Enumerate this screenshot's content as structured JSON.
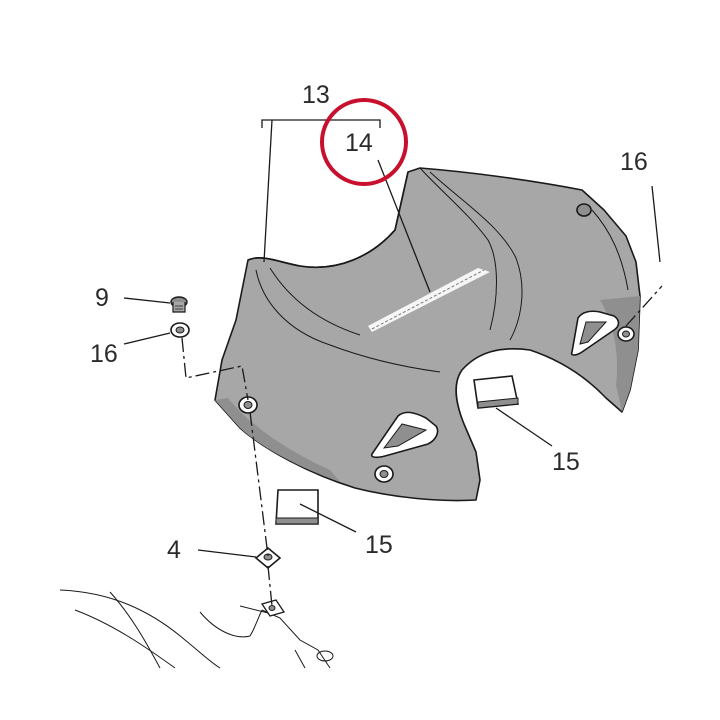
{
  "diagram": {
    "callouts": [
      {
        "id": "c13",
        "text": "13"
      },
      {
        "id": "c14",
        "text": "14"
      },
      {
        "id": "c16a",
        "text": "16"
      },
      {
        "id": "c9",
        "text": "9"
      },
      {
        "id": "c16b",
        "text": "16"
      },
      {
        "id": "c15a",
        "text": "15"
      },
      {
        "id": "c15b",
        "text": "15"
      },
      {
        "id": "c4",
        "text": "4"
      }
    ],
    "colors": {
      "panel": "#a7a7a7",
      "panel_shadow": "#8f8f8f",
      "highlight_circle": "#c8102e",
      "line": "#1a1a1a"
    }
  }
}
